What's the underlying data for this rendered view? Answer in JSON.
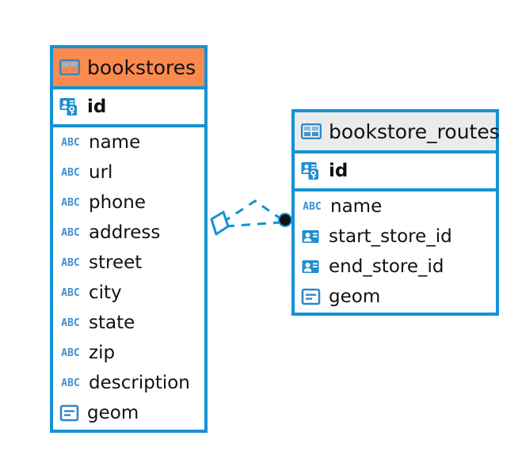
{
  "diagram": {
    "type": "entity-relationship-diagram",
    "accent_color": "#1592d4",
    "header_accent_color": "#fa8a4e",
    "header_neutral_color": "#ebebeb",
    "background_color": "#ffffff",
    "entities": [
      {
        "name": "bookstores",
        "header_style": "accent",
        "header_icon": "table-icon",
        "primary_key": {
          "label": "id",
          "icon": "primary-key-icon"
        },
        "fields": [
          {
            "label": "name",
            "icon": "abc-text-icon"
          },
          {
            "label": "url",
            "icon": "abc-text-icon"
          },
          {
            "label": "phone",
            "icon": "abc-text-icon"
          },
          {
            "label": "address",
            "icon": "abc-text-icon"
          },
          {
            "label": "street",
            "icon": "abc-text-icon"
          },
          {
            "label": "city",
            "icon": "abc-text-icon"
          },
          {
            "label": "state",
            "icon": "abc-text-icon"
          },
          {
            "label": "zip",
            "icon": "abc-text-icon"
          },
          {
            "label": "description",
            "icon": "abc-text-icon"
          },
          {
            "label": "geom",
            "icon": "geometry-icon"
          }
        ]
      },
      {
        "name": "bookstore_routes",
        "header_style": "neutral",
        "header_icon": "table-icon",
        "primary_key": {
          "label": "id",
          "icon": "primary-key-icon"
        },
        "fields": [
          {
            "label": "name",
            "icon": "abc-text-icon"
          },
          {
            "label": "start_store_id",
            "icon": "foreign-key-icon"
          },
          {
            "label": "end_store_id",
            "icon": "foreign-key-icon"
          },
          {
            "label": "geom",
            "icon": "geometry-icon"
          }
        ]
      }
    ],
    "relationship": {
      "style": "dashed",
      "color": "#1592d4",
      "source_marker": "rhombus-outline",
      "target_marker": "filled-circle",
      "source_entity": "bookstores",
      "target_entity": "bookstore_routes"
    },
    "icon_glyphs": {
      "abc_text": "ABC"
    }
  }
}
